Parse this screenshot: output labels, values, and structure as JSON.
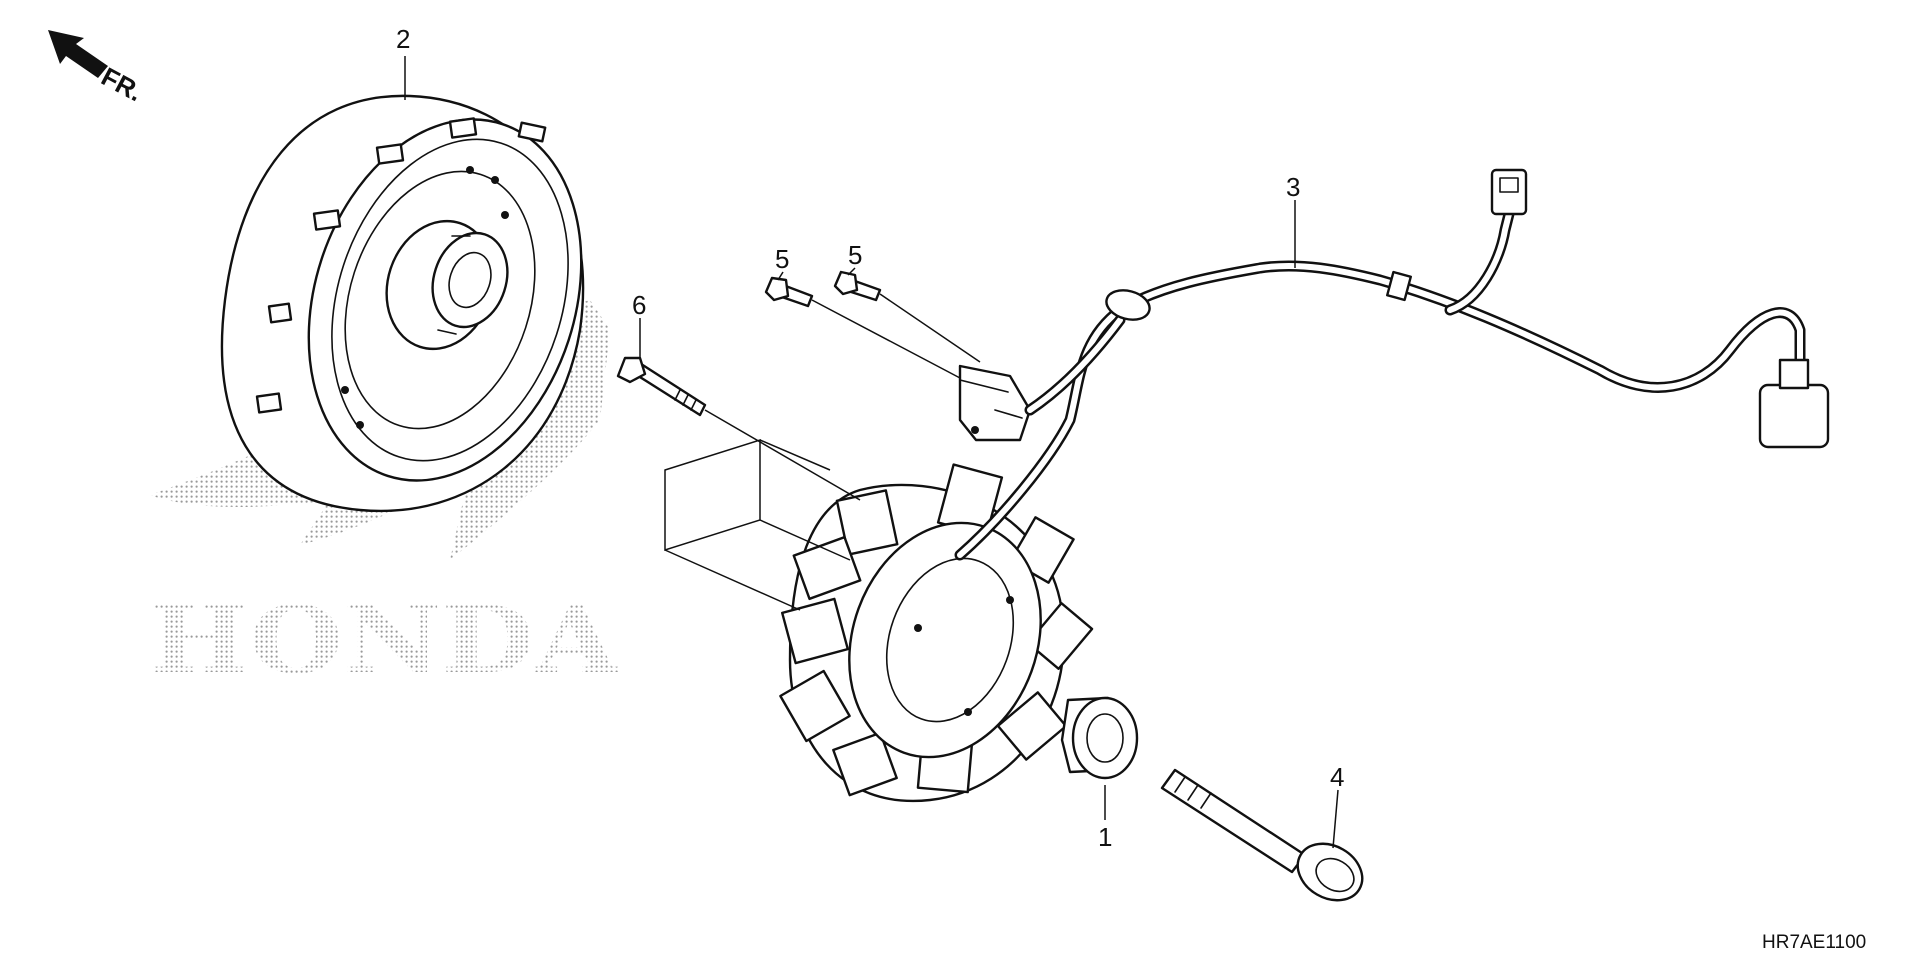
{
  "direction_label": "FR.",
  "watermark_text": "HONDA",
  "diagram_code": "HR7AE1100",
  "callouts": {
    "stator_collar": "1",
    "flywheel": "2",
    "stator_wiring": "3",
    "flange_bolt": "4",
    "bolt_5a": "5",
    "bolt_5b": "5",
    "stator_bolt": "6"
  },
  "colors": {
    "line": "#111111",
    "background": "#ffffff",
    "watermark": "#9a9a9a"
  }
}
